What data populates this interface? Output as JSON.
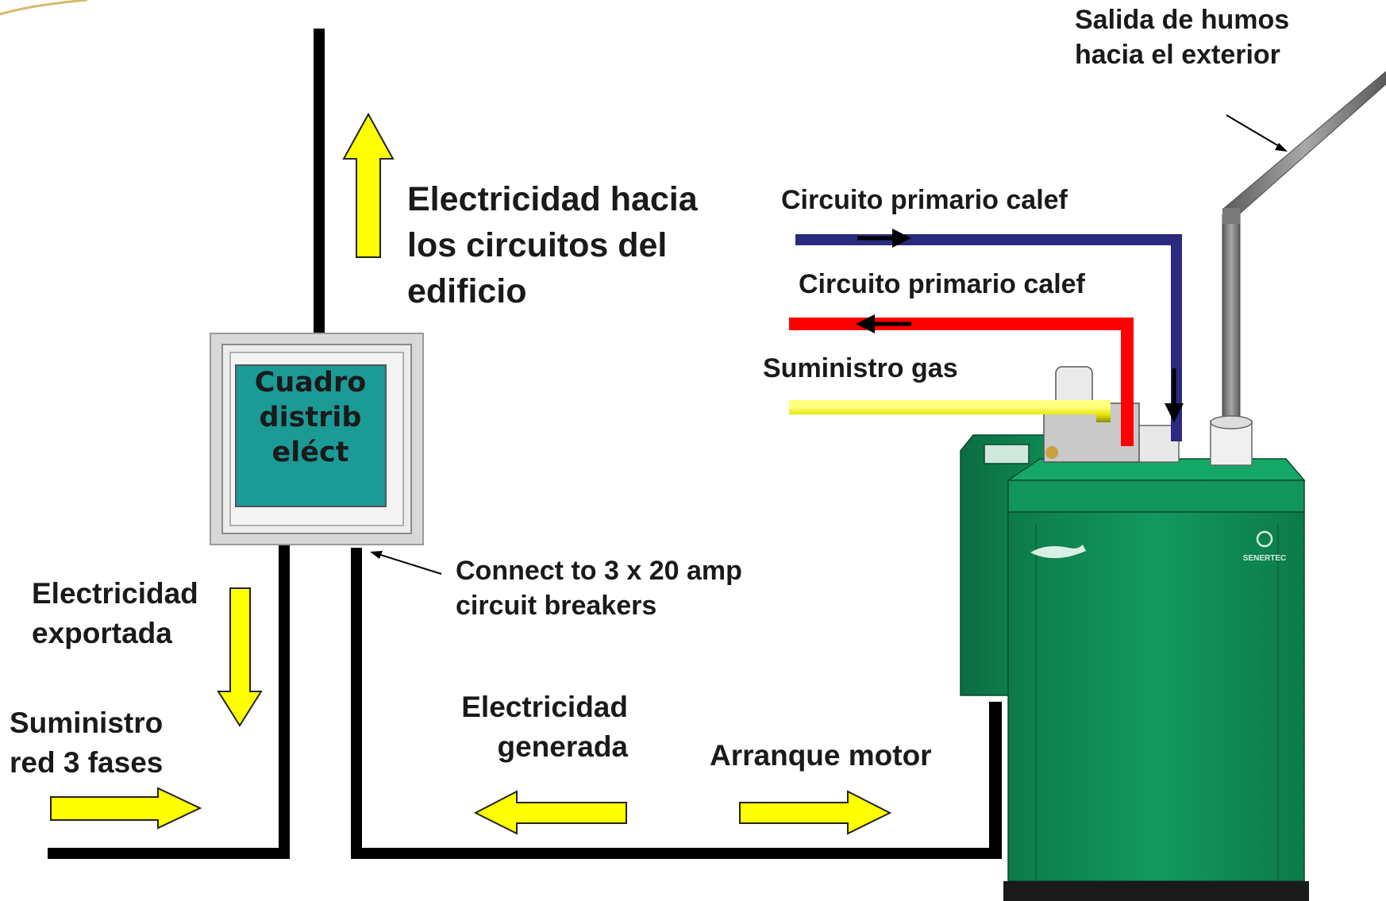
{
  "labels": {
    "electricity_building": [
      "Electricidad hacia",
      "los circuitos del",
      "edificio"
    ],
    "panel": [
      "Cuadro",
      "distrib",
      "eléct"
    ],
    "exported": [
      "Electricidad",
      "exportada"
    ],
    "grid_supply": [
      "Suministro",
      "red 3 fases"
    ],
    "breakers": [
      "Connect to 3 x 20 amp",
      "circuit breakers"
    ],
    "generated": [
      "Electricidad",
      "generada"
    ],
    "engine_start": "Arranque motor",
    "flue": [
      "Salida de humos",
      "hacia el exterior"
    ],
    "heating_circuit_1": "Circuito primario calef",
    "heating_circuit_2": "Circuito primario calef",
    "gas_supply": "Suministro gas",
    "brand": "SENERTEC"
  },
  "colors": {
    "wire": "#000000",
    "arrow_fill": "#ffff00",
    "panel_screen": "#1c9a96",
    "panel_frame": "#dcdcdc",
    "pipe_blue": "#2a2a7e",
    "pipe_red": "#ff0000",
    "pipe_yellow": "#e8e800",
    "flue_grey": "#7a7a7a",
    "unit_green": "#0f8a54",
    "unit_dark": "#0a5a36"
  },
  "icons": [
    "arrow-up-icon",
    "arrow-down-icon",
    "arrow-right-icon",
    "arrow-left-icon",
    "flow-arrow-icon",
    "leader-line-icon"
  ]
}
